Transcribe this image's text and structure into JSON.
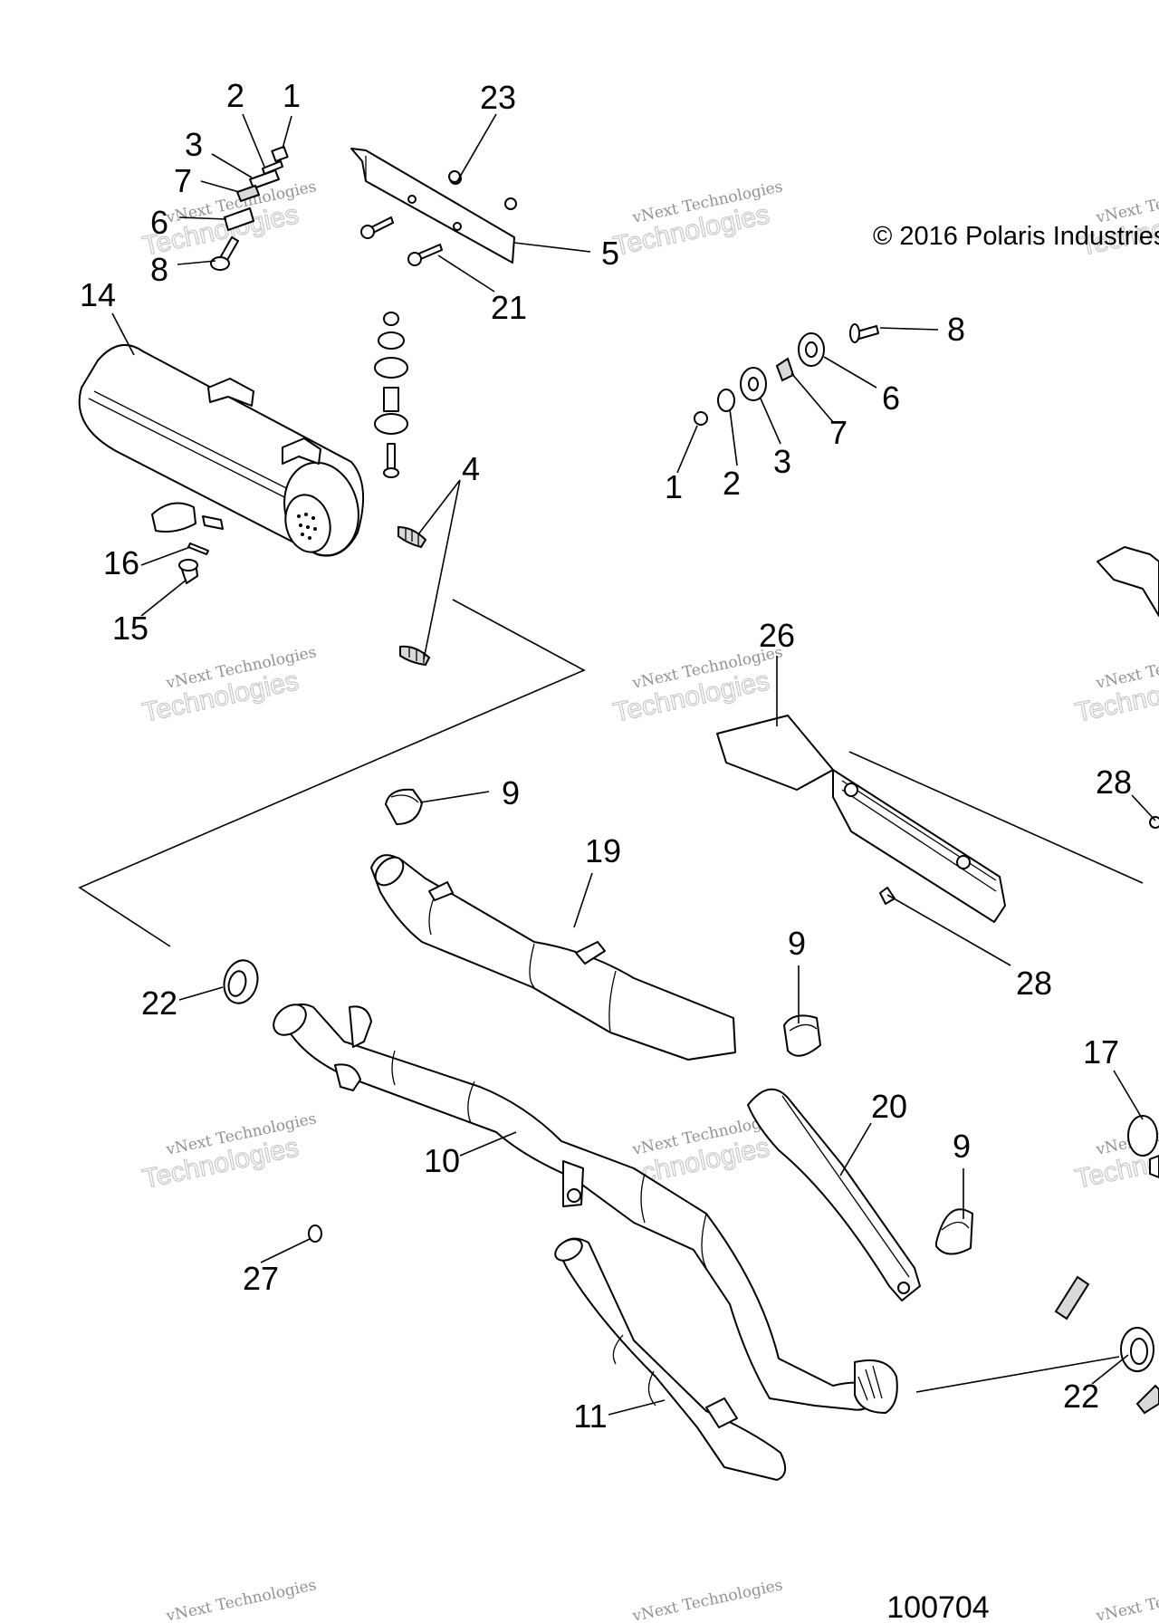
{
  "diagram": {
    "copyright": "© 2016 Polaris Industries",
    "figure_number": "100704",
    "watermark_line1": "vNext Technologies",
    "watermark_line2": "Technologies",
    "callouts": {
      "c1a": "1",
      "c2a": "2",
      "c3a": "3",
      "c7a": "7",
      "c6a": "6",
      "c8a": "8",
      "c23": "23",
      "c5": "5",
      "c21": "21",
      "c14": "14",
      "c4": "4",
      "c16": "16",
      "c15": "15",
      "c8b": "8",
      "c6b": "6",
      "c7b": "7",
      "c3b": "3",
      "c2b": "2",
      "c1b": "1",
      "c26": "26",
      "c28a": "28",
      "c28b": "28",
      "c9a": "9",
      "c19": "19",
      "c9b": "9",
      "c22a": "22",
      "c10": "10",
      "c20": "20",
      "c9c": "9",
      "c17": "17",
      "c27": "27",
      "c11": "11",
      "c22b": "22"
    }
  }
}
